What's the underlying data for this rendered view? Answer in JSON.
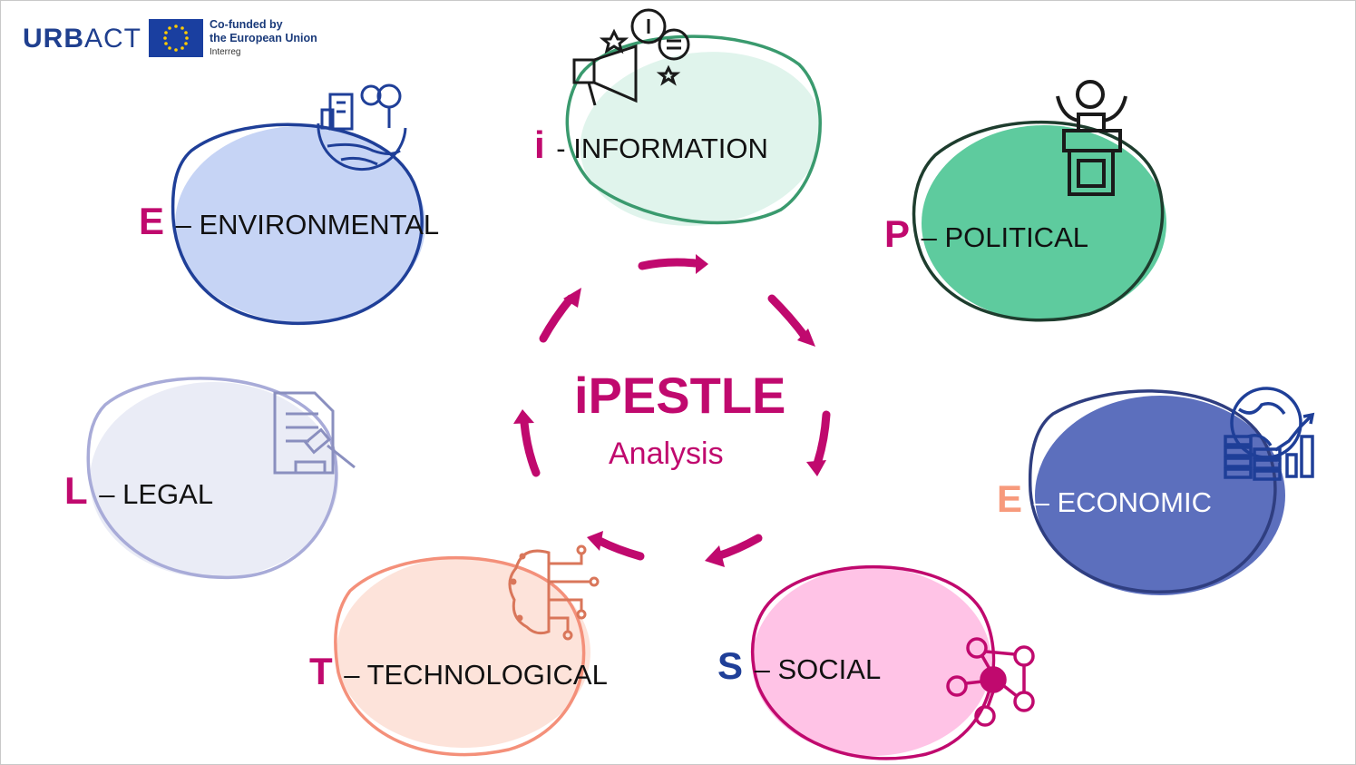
{
  "logo": {
    "urb": "URB",
    "act": "ACT"
  },
  "cofund": {
    "line1": "Co-funded by",
    "line2": "the European Union",
    "line3": "Interreg"
  },
  "center": {
    "title": "iPESTLE",
    "subtitle": "Analysis"
  },
  "factors": {
    "information": {
      "letter": "i",
      "sep": " - ",
      "label": "INFORMATION",
      "fill": "#e0f4ec",
      "stroke": "#3a9a6e"
    },
    "political": {
      "letter": "P",
      "sep": " – ",
      "label": "POLITICAL",
      "fill": "#5ecb9e",
      "stroke": "#1e3d2e"
    },
    "economic": {
      "letter": "E",
      "sep": " – ",
      "label": "ECONOMIC",
      "fill": "#5c6fbd",
      "stroke": "#2f3e80"
    },
    "social": {
      "letter": "S",
      "sep": " – ",
      "label": "SOCIAL",
      "fill": "#ffc3e6",
      "stroke": "#c0096e"
    },
    "technological": {
      "letter": "T",
      "sep": " – ",
      "label": "TECHNOLOGICAL",
      "fill": "#fde3da",
      "stroke": "#f4907a"
    },
    "legal": {
      "letter": "L",
      "sep": " – ",
      "label": "LEGAL",
      "fill": "#eaecf6",
      "stroke": "#a8abd8"
    },
    "environmental": {
      "letter": "E",
      "sep": " – ",
      "label": "ENVIRONMENTAL",
      "fill": "#c6d4f5",
      "stroke": "#1f3f98"
    }
  },
  "colors": {
    "accent": "#c0096e",
    "economic_letter": "#f79a7c",
    "social_letter": "#1f3f98",
    "economic_label": "#ffffff"
  },
  "icons": [
    "megaphone-icon",
    "speaker-podium-icon",
    "globe-finance-icon",
    "social-network-icon",
    "ai-brain-icon",
    "legal-document-gavel-icon",
    "city-nature-icon"
  ]
}
